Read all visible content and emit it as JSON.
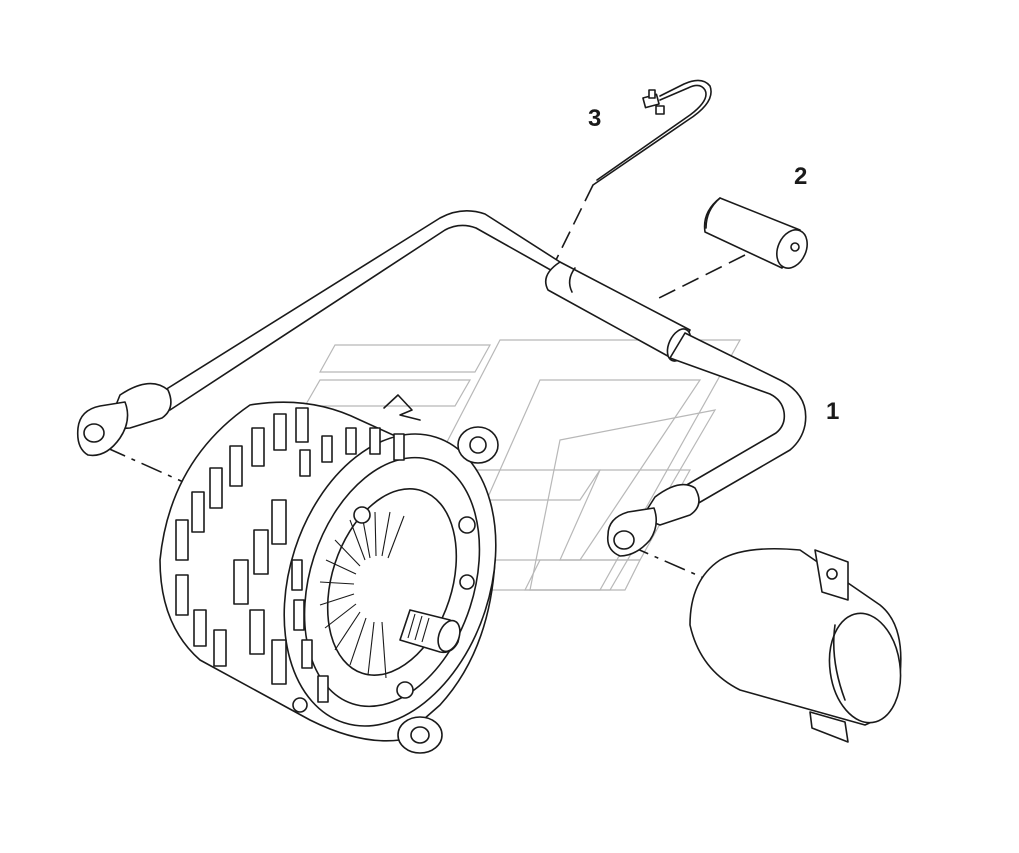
{
  "callouts": {
    "item_1": "1",
    "item_2": "2",
    "item_3": "3"
  },
  "colors": {
    "ink": "#1a1a1a",
    "watermark": "#b8b8b8",
    "background": "#ffffff"
  }
}
